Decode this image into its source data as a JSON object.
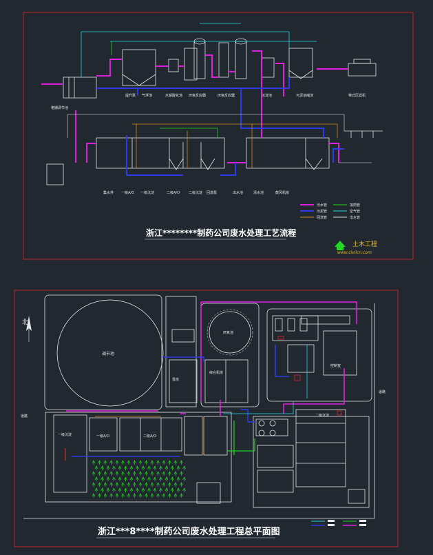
{
  "top_title": "浙江********制药公司废水处理工艺流程",
  "bottom_title": "浙江***8****制药公司废水处理工程总平面图",
  "watermark": {
    "brand": "土木工程",
    "url": "www.civilcn.com"
  },
  "north_symbol": "北",
  "flow_labels_top": [
    "格栅调节池",
    "提升泵",
    "气浮池",
    "水解酸化池",
    "厌氧反应器",
    "厌氧反应器",
    "沉淀池",
    "污泥浓缩池",
    "带式压滤机"
  ],
  "flow_labels_bottom": [
    "集水井",
    "一级A/O",
    "一级沉淀",
    "二级A/O",
    "二级沉淀",
    "回流泵",
    "出水池",
    "清水池",
    "鼓风机房"
  ],
  "plan_labels": {
    "big_tank": "调节池",
    "round_tank": "厌氧池",
    "road_left": "道路",
    "road_right": "道路",
    "a_o_1": "一级A/O",
    "a_o_2": "二级A/O",
    "sedimentation_1": "一级沉淀",
    "sedimentation_2": "二级沉淀",
    "machine_room": "综合机房",
    "control_room": "控制室",
    "pump_room": "泵房"
  },
  "legend_top": [
    "污水管",
    "污泥管",
    "回流管",
    "加药管",
    "空气管",
    "出水管"
  ],
  "colors": {
    "frame": "#c0242a",
    "wall": "#e8e8e8",
    "magenta": "#e020e0",
    "blue": "#2d3ce8",
    "cyan": "#22d8e8",
    "green": "#22d822",
    "orange": "#d88a22",
    "yellow": "#e8e020"
  }
}
